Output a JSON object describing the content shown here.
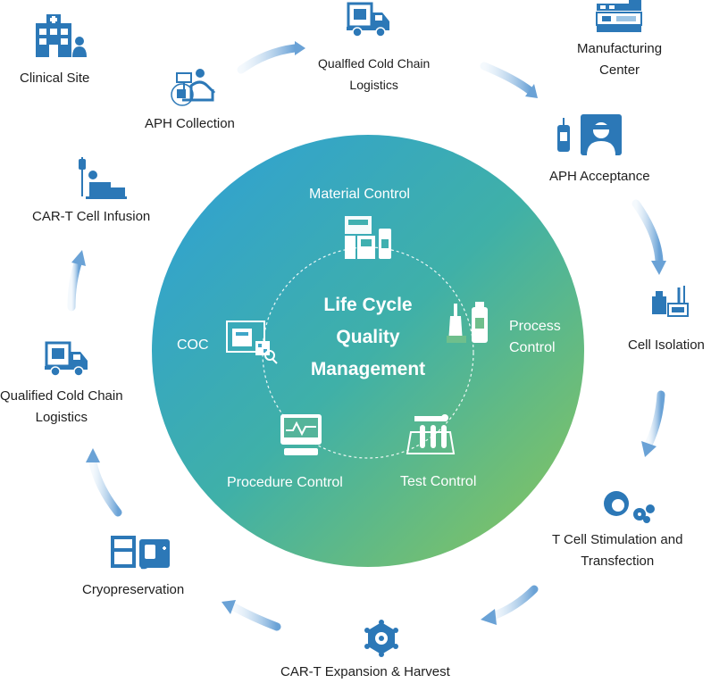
{
  "center": {
    "line1": "Life Cycle",
    "line2": "Quality",
    "line3": "Management"
  },
  "inner": {
    "material_control": "Material Control",
    "process_control_1": "Process",
    "process_control_2": "Control",
    "test_control": "Test Control",
    "procedure_control": "Procedure Control",
    "coc": "COC"
  },
  "outer": {
    "clinical_site": "Clinical Site",
    "aph_collection": "APH Collection",
    "logistics_top_1": "Qualfled Cold Chain",
    "logistics_top_2": "Logistics",
    "manufacturing_center_1": "Manufacturing",
    "manufacturing_center_2": "Center",
    "aph_acceptance": "APH Acceptance",
    "cell_isolation": "Cell Isolation",
    "t_cell_1": "T Cell Stimulation and",
    "t_cell_2": "Transfection",
    "expansion": "CAR-T Expansion & Harvest",
    "cryopreservation": "Cryopreservation",
    "logistics_left_1": "Qualified Cold Chain",
    "logistics_left_2": "Logistics",
    "infusion": "CAR-T Cell Infusion"
  },
  "colors": {
    "circle_start": "#2f9fd8",
    "circle_mid": "#3fb0a8",
    "circle_end": "#8cc658",
    "icon_blue": "#2c78b7",
    "arrow_light": "#d8e8f6",
    "arrow_dark": "#6aa2d6",
    "text_dark": "#1e1e1e",
    "text_light": "#ffffff"
  }
}
